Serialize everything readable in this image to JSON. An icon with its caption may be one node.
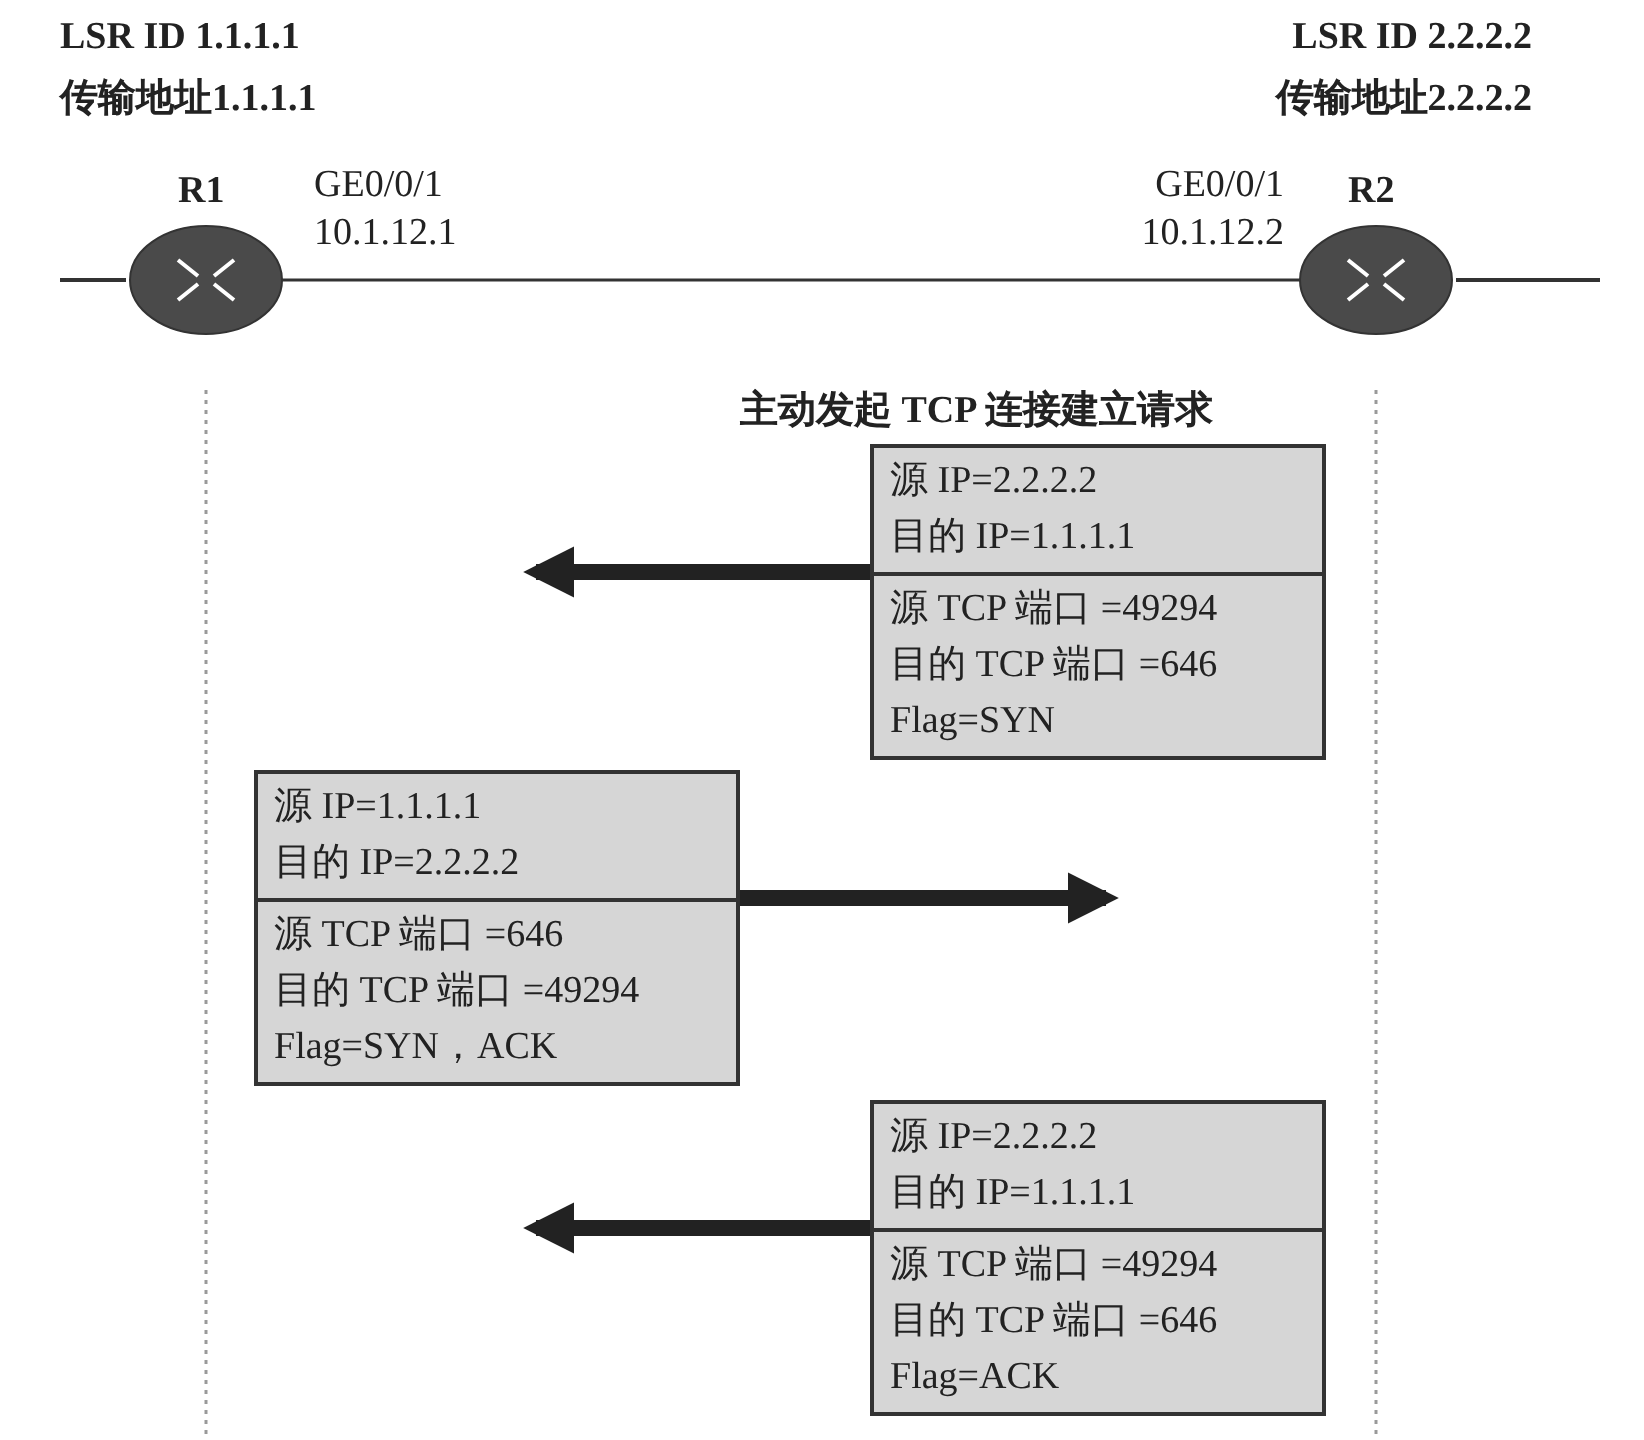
{
  "diagram": {
    "nodes": [
      {
        "text": [],
        "shape": "router",
        "beside": [
          "LSR ID 1.1.1.1",
          "传输地址1.1.1.1",
          "R1",
          "GE0/0/1",
          "10.1.12.1"
        ]
      },
      {
        "text": [],
        "shape": "router",
        "beside": [
          "LSR ID 2.2.2.2",
          "传输地址2.2.2.2",
          "R2",
          "GE0/0/1",
          "10.1.12.2"
        ]
      },
      {
        "text": [
          "源 IP=2.2.2.2",
          "目的 IP=1.1.1.1",
          "源 TCP 端口 =49294",
          "目的 TCP 端口 =646",
          "Flag=SYN"
        ]
      },
      {
        "text": [
          "源 IP=1.1.1.1",
          "目的 IP=2.2.2.2",
          "源 TCP 端口 =646",
          "目的 TCP 端口 =49294",
          "Flag=SYN，ACK"
        ]
      },
      {
        "text": [
          "源 IP=2.2.2.2",
          "目的 IP=1.1.1.1",
          "源 TCP 端口 =49294",
          "目的 TCP 端口 =646",
          "Flag=ACK"
        ]
      }
    ],
    "edges": [
      {
        "from": 0,
        "to": 1,
        "arrow": "none"
      },
      {
        "from": 2,
        "to": null,
        "arrow": "to"
      },
      {
        "from": 3,
        "to": null,
        "arrow": "to"
      },
      {
        "from": 4,
        "to": null,
        "arrow": "to"
      }
    ],
    "labels": [
      "主动发起 TCP 连接建立请求"
    ]
  }
}
